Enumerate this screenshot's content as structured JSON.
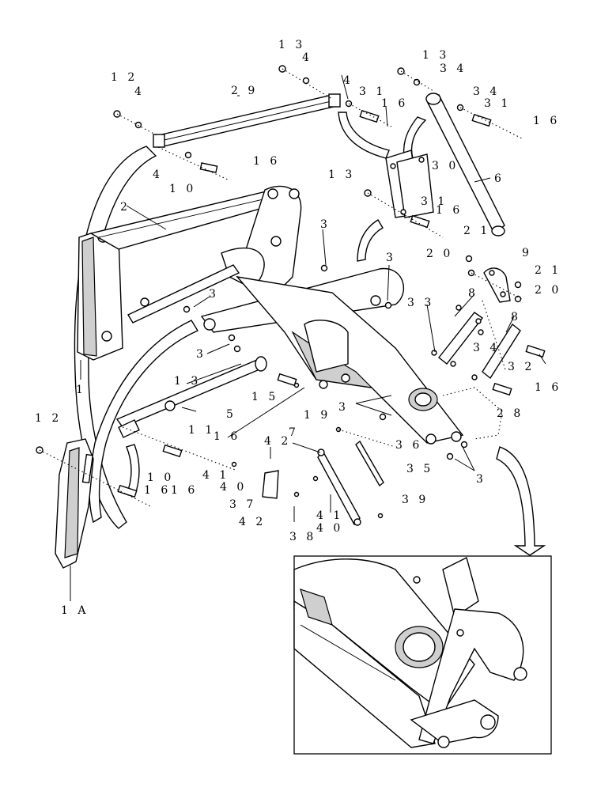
{
  "callouts": {
    "c13a": "1 3",
    "c4a": "4",
    "c12a": "1 2",
    "c4b": "4",
    "c29": "2 9",
    "c4c": "4",
    "c31a": "3 1",
    "c16a": "1 6",
    "c13b": "1 3",
    "c34a": "3 4",
    "c34b": "3 4",
    "c31b": "3 1",
    "c16b": "1 6",
    "c4d": "4",
    "c16c": "1 6",
    "c10a": "1 0",
    "c6": "6",
    "c13c": "1 3",
    "c30": "3 0",
    "c31c": "3 1",
    "c16d": "1 6",
    "c2": "2",
    "c3a": "3",
    "c21a": "2 1",
    "c20a": "2 0",
    "c9": "9",
    "c21b": "2 1",
    "c20b": "2 0",
    "c3b": "3",
    "c3c": "3",
    "c33": "3 3",
    "c8a": "8",
    "c8b": "8",
    "c34c": "3 4",
    "c32": "3 2",
    "c3d": "3",
    "c1": "1",
    "c13d": "1 3",
    "c15": "1 5",
    "c16e": "1 6",
    "c5": "5",
    "c16f": "1 6",
    "c28": "2 8",
    "c3e": "3",
    "c19": "1 9",
    "c36": "3 6",
    "c11": "1 1",
    "c12b": "1 2",
    "c16g": "1 6",
    "c42a": "4 2",
    "c7": "7",
    "c41a": "4 1",
    "c40a": "4 0",
    "c35": "3 5",
    "c3f": "3",
    "c10b": "1 0",
    "c16h": "1 6",
    "c37": "3 7",
    "c42b": "4 2",
    "c41b": "4 1",
    "c39": "3 9",
    "c38": "3 8",
    "c40b": "4 0",
    "c1a": "1 A"
  }
}
